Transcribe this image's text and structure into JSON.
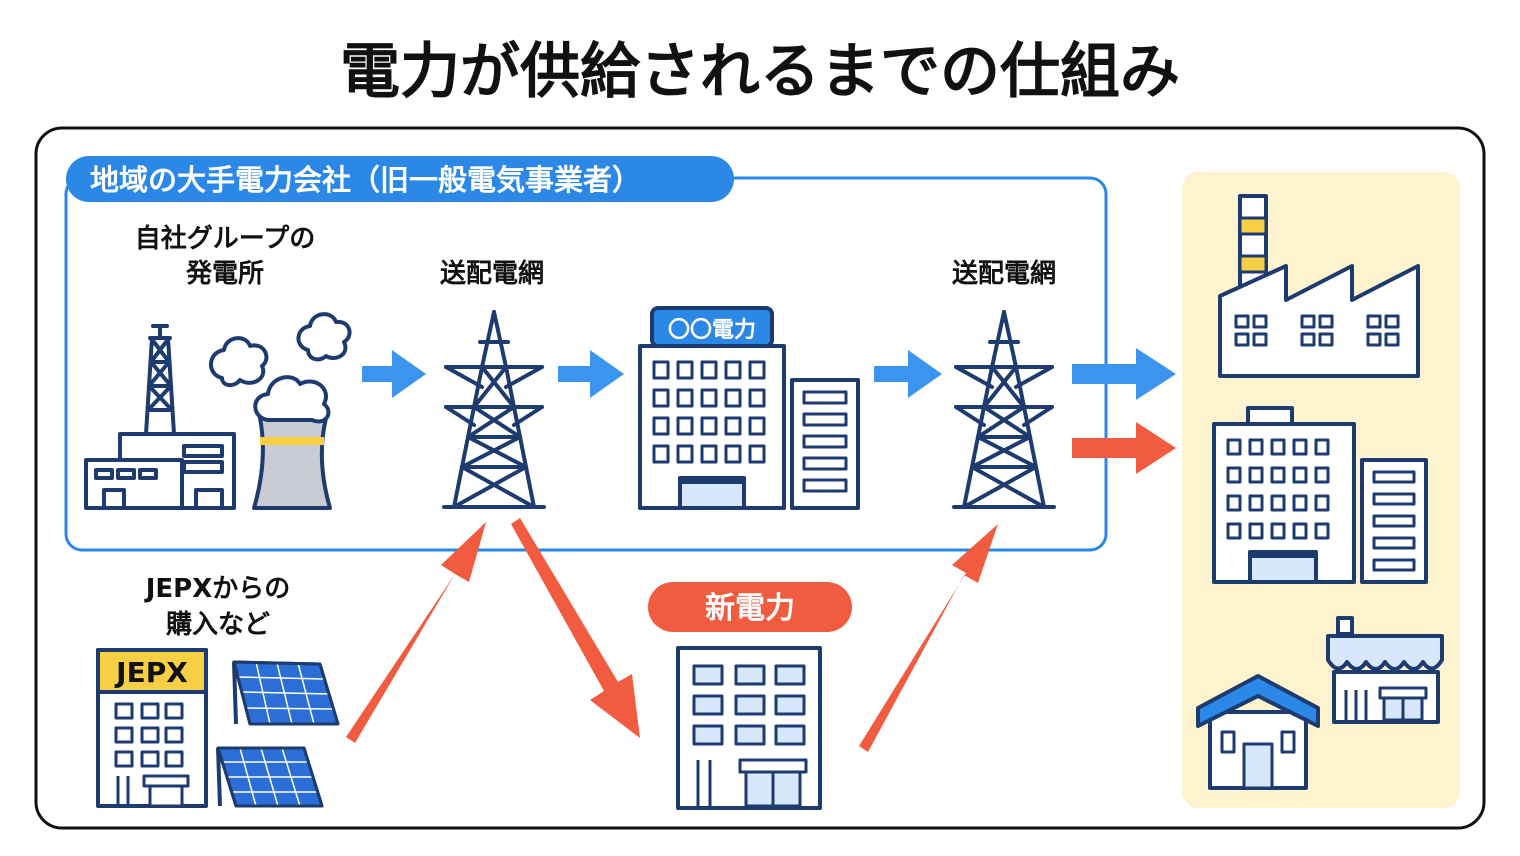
{
  "title": "電力が供給されるまでの仕組み",
  "utility_label": "地域の大手電力会社（旧一般電気事業者）",
  "group_power_plant_label_line1": "自社グループの",
  "group_power_plant_label_line2": "発電所",
  "grid_label_left": "送配電網",
  "grid_label_right": "送配電網",
  "utility_building_sign": "〇〇電力",
  "jepx_label_line1": "JEPXからの",
  "jepx_label_line2": "購入など",
  "jepx_building_sign": "JEPX",
  "new_power_label": "新電力",
  "colors": {
    "navy": "#1d3b6e",
    "blue_arrow": "#3b95ee",
    "blue_accent": "#2b88e6",
    "red_arrow": "#f15b3f",
    "consumer_panel": "#fdf3cf",
    "yellow": "#f7cf45",
    "light_blue_fill": "#d7e8fb"
  }
}
